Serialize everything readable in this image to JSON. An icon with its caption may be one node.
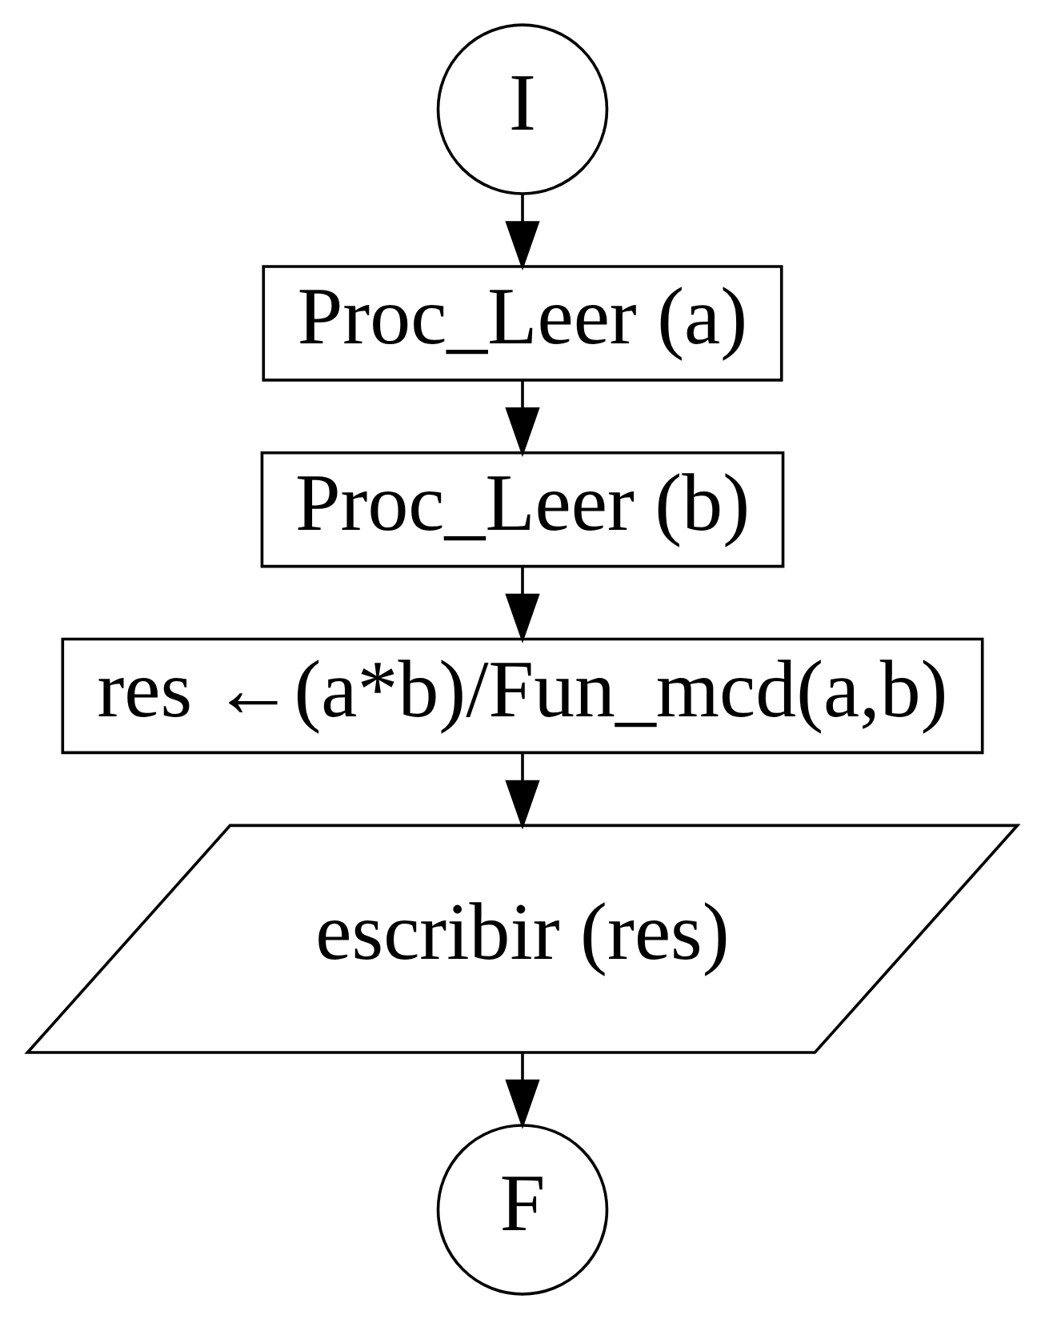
{
  "diagram": {
    "nodes": [
      {
        "text": [
          "I"
        ]
      },
      {
        "text": [
          "Proc_Leer (a)"
        ]
      },
      {
        "text": [
          "Proc_Leer (b)"
        ]
      },
      {
        "text": [
          "res ←(a*b)/Fun_mcd(a,b)"
        ]
      },
      {
        "text": [
          "escribir (res)"
        ]
      },
      {
        "text": [
          "F"
        ]
      }
    ],
    "edges": [
      {
        "from": 0,
        "to": 1,
        "arrow": "to"
      },
      {
        "from": 1,
        "to": 2,
        "arrow": "to"
      },
      {
        "from": 2,
        "to": 3,
        "arrow": "to"
      },
      {
        "from": 3,
        "to": 4,
        "arrow": "to"
      },
      {
        "from": 4,
        "to": 5,
        "arrow": "to"
      }
    ]
  }
}
